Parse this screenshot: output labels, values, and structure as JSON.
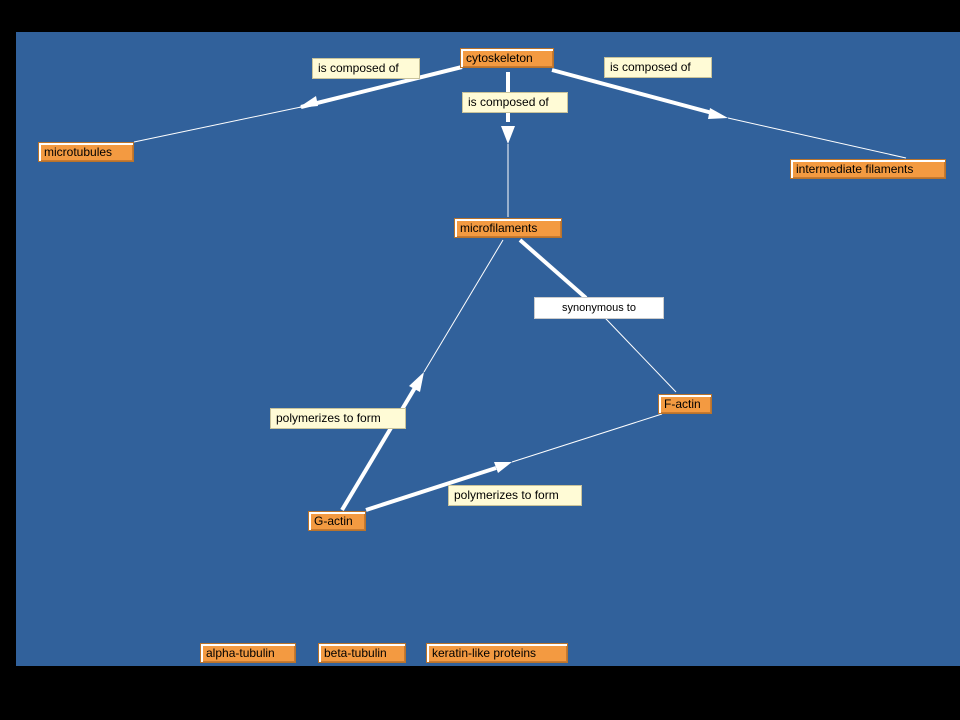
{
  "concepts": {
    "cytoskeleton": "cytoskeleton",
    "microtubules": "microtubules",
    "microfilaments": "microfilaments",
    "intermediate_filaments": "intermediate filaments",
    "f_actin": "F-actin",
    "g_actin": "G-actin",
    "alpha_tubulin": "alpha-tubulin",
    "beta_tubulin": "beta-tubulin",
    "keratin_like": "keratin-like proteins"
  },
  "links": {
    "composed_left": "is composed of",
    "composed_center": "is composed of",
    "composed_right": "is composed of",
    "synonymous": "synonymous to",
    "polymerizes_up": "polymerizes to form",
    "polymerizes_right": "polymerizes to form"
  },
  "colors": {
    "background": "#31619b",
    "frame": "#000000",
    "concept_fill": "#f39a41",
    "link_fill": "#fffbd6",
    "line": "#ffffff"
  }
}
